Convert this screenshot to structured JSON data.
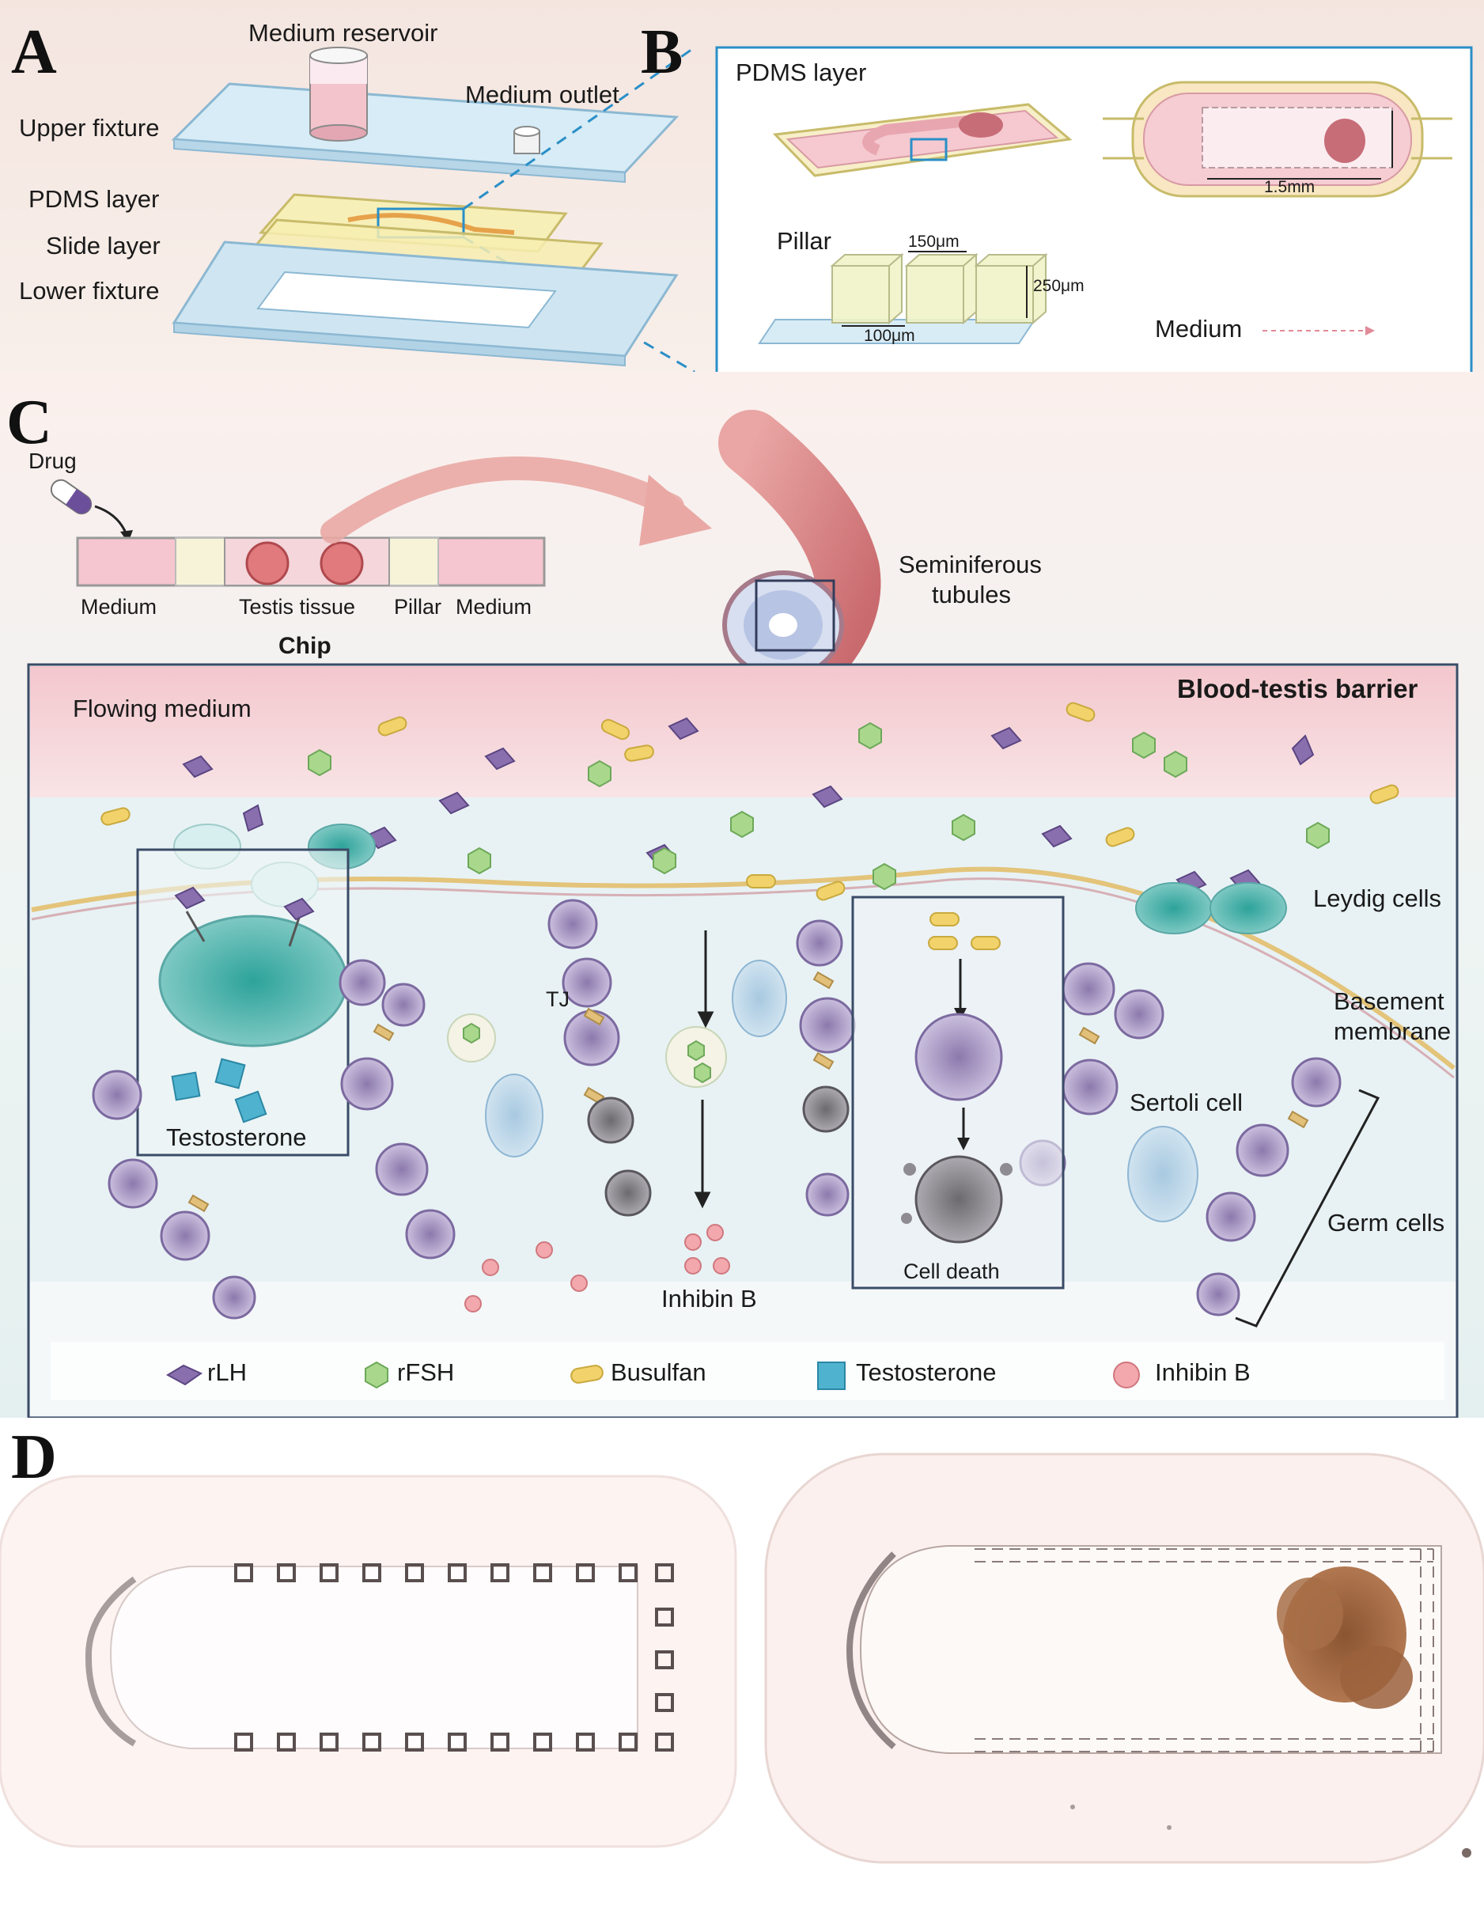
{
  "panels": {
    "a": {
      "letter": "A",
      "labels": {
        "medium_reservoir": "Medium reservoir",
        "medium_outlet": "Medium outlet",
        "upper_fixture": "Upper fixture",
        "pdms_layer": "PDMS layer",
        "slide_layer": "Slide layer",
        "lower_fixture": "Lower fixture"
      }
    },
    "b": {
      "letter": "B",
      "labels": {
        "pdms_layer": "PDMS layer",
        "dim_length": "1.5mm",
        "pillar": "Pillar",
        "dim_width": "150μm",
        "dim_height": "250μm",
        "dim_gap": "100μm",
        "medium": "Medium"
      }
    },
    "c": {
      "letter": "C",
      "labels": {
        "drug": "Drug",
        "medium_left": "Medium",
        "testis_tissue": "Testis tissue",
        "pillar": "Pillar",
        "medium_right": "Medium",
        "chip": "Chip",
        "seminiferous_tubules": "Seminiferous\ntubules",
        "blood_testis_barrier": "Blood-testis barrier",
        "flowing_medium": "Flowing medium",
        "leydig_cells": "Leydig cells",
        "basement_membrane": "Basement\nmembrane",
        "tj": "TJ",
        "sertoli_cell": "Sertoli cell",
        "testosterone": "Testosterone",
        "germ_cells": "Germ cells",
        "cell_death": "Cell death",
        "inhibin_b": "Inhibin B"
      },
      "legend": [
        {
          "key": "rlh",
          "label": "rLH",
          "color": "#8a6fae"
        },
        {
          "key": "rfsh",
          "label": "rFSH",
          "color": "#9fd08a"
        },
        {
          "key": "busulfan",
          "label": "Busulfan",
          "color": "#f2d36b"
        },
        {
          "key": "testosterone",
          "label": "Testosterone",
          "color": "#4fb3cf"
        },
        {
          "key": "inhibin",
          "label": "Inhibin B",
          "color": "#f2a8ad"
        }
      ]
    },
    "d": {
      "letter": "D"
    }
  }
}
